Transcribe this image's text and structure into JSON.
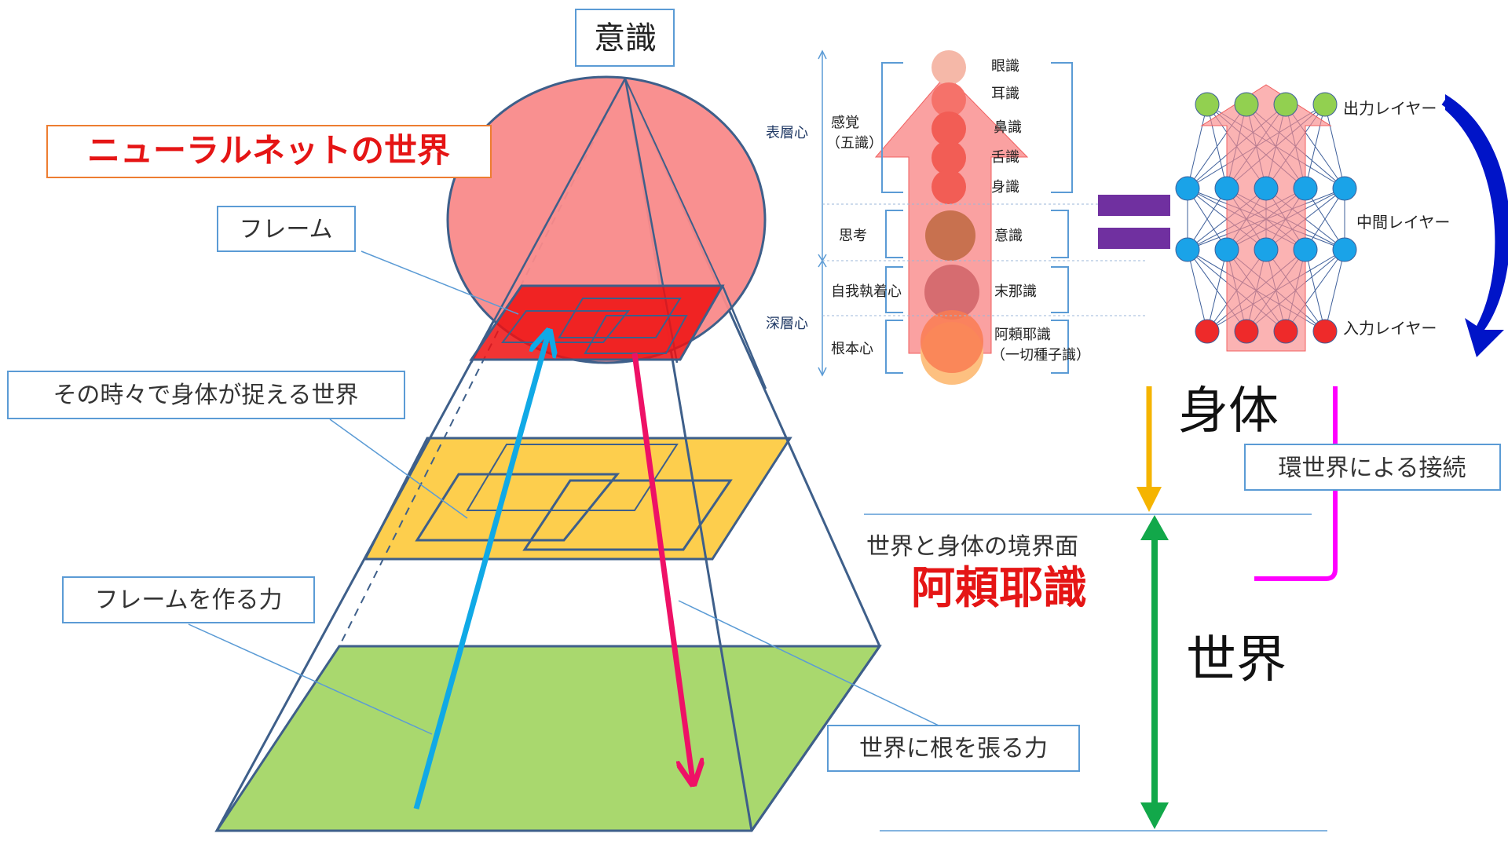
{
  "title_box": {
    "consciousness": "意識",
    "neural_world": "ニューラルネットの世界"
  },
  "left_labels": {
    "frame": "フレーム",
    "momentary_world": "その時々で身体が捉える世界",
    "frame_making_force": "フレームを作る力",
    "rooting_force": "世界に根を張る力"
  },
  "mind_chart": {
    "surface_mind": "表層心",
    "deep_mind": "深層心",
    "sensation": "感覚",
    "five_consciousness": "（五識）",
    "thought": "思考",
    "ego_mind": "自我執着心",
    "root_mind": "根本心",
    "levels": [
      "眼識",
      "耳識",
      "鼻識",
      "舌識",
      "身識",
      "意識",
      "末那識",
      "阿頼耶識",
      "（一切種子識）"
    ]
  },
  "network": {
    "output_layer": "出力レイヤー",
    "hidden_layer": "中間レイヤー",
    "input_layer": "入力レイヤー"
  },
  "right_side": {
    "body": "身体",
    "world": "世界",
    "boundary": "世界と身体の境界面",
    "alaya": "阿頼耶識",
    "environment": "環世界による接続"
  },
  "colors": {
    "sphere": "#f98a8a",
    "frame_red": "#ee1111",
    "yellow_plane": "#fdc93a",
    "green_plane": "#a9d86e",
    "edge_blue": "#3e5f8a",
    "up_arrow": "#10a9e6",
    "down_arrow": "#ee1166",
    "title_red": "#e51515",
    "equals_purple": "#7030a0",
    "node_green": "#92d050",
    "node_blue": "#1aa3e8",
    "node_red": "#ee2a2a",
    "curve_blue": "#0014c8",
    "body_arrow": "#f5b400",
    "world_arrow": "#12a84a",
    "magenta": "#ff00ff"
  },
  "icons": [
    "up-arrow-icon",
    "down-arrow-icon",
    "equals-icon",
    "double-arrow-icon"
  ]
}
